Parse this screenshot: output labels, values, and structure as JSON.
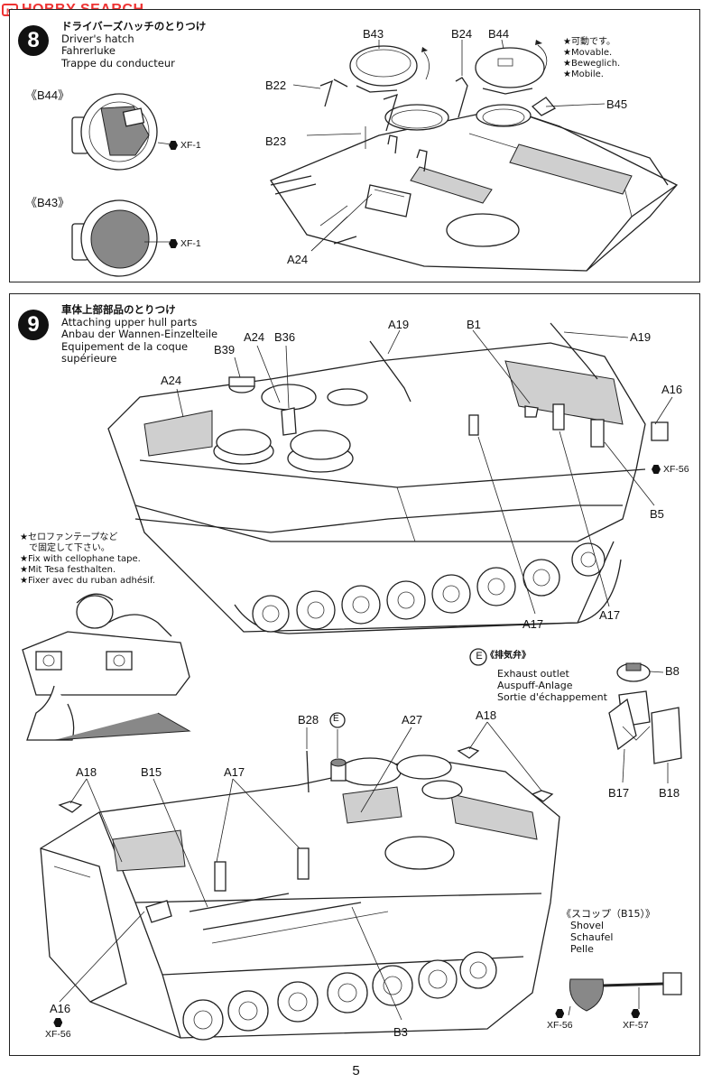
{
  "watermark": {
    "icon": "M",
    "text": "HOBBY SEARCH"
  },
  "step8": {
    "number": "8",
    "title_jp": "ドライバーズハッチのとりつけ",
    "title_en": "Driver's hatch",
    "title_de": "Fahrerluke",
    "title_fr": "Trappe du conducteur",
    "detail_b44": "《B44》",
    "detail_b43": "《B43》",
    "paint_b44": "XF-1",
    "paint_b43": "XF-1",
    "movable_jp": "★可動です。",
    "movable_en": "★Movable.",
    "movable_de": "★Beweglich.",
    "movable_fr": "★Mobile.",
    "labels": {
      "b43": "B43",
      "b24": "B24",
      "b44": "B44",
      "b22": "B22",
      "b45": "B45",
      "b23": "B23",
      "a24": "A24"
    }
  },
  "step9": {
    "number": "9",
    "title_jp": "車体上部部品のとりつけ",
    "title_en": "Attaching upper hull parts",
    "title_de": "Anbau der Wannen-Einzelteile",
    "title_fr1": "Equipement de la coque",
    "title_fr2": "supérieure",
    "tape_jp1": "★セロファンテープなど",
    "tape_jp2": "で固定して下さい。",
    "tape_en": "★Fix with cellophane tape.",
    "tape_de": "★Mit Tesa festhalten.",
    "tape_fr": "★Fixer avec du ruban adhésif.",
    "exhaust_mark": "E",
    "exhaust_jp": "《排気弁》",
    "exhaust_en": "Exhaust outlet",
    "exhaust_de": "Auspuff-Anlage",
    "exhaust_fr": "Sortie d'échappement",
    "shovel_jp": "《スコップ（B15）》",
    "shovel_en": "Shovel",
    "shovel_de": "Schaufel",
    "shovel_fr": "Pelle",
    "paint_xf56_a": "XF-56",
    "paint_xf56_b": "XF-56",
    "paint_xf56_c": "XF-56",
    "paint_xf57": "XF-57",
    "labels": {
      "a19_a": "A19",
      "b1": "B1",
      "a19_b": "A19",
      "a24": "A24",
      "b36": "B36",
      "b39": "B39",
      "a24_b": "A24",
      "a16_a": "A16",
      "b5": "B5",
      "a17_a": "A17",
      "a17_b": "A17",
      "b8": "B8",
      "b17": "B17",
      "b18": "B18",
      "b28": "B28",
      "e_mark": "E",
      "a27": "A27",
      "a18_a": "A18",
      "a18_b": "A18",
      "b15": "B15",
      "a17_c": "A17",
      "a16_b": "A16",
      "b3": "B3"
    }
  },
  "page_number": "5"
}
